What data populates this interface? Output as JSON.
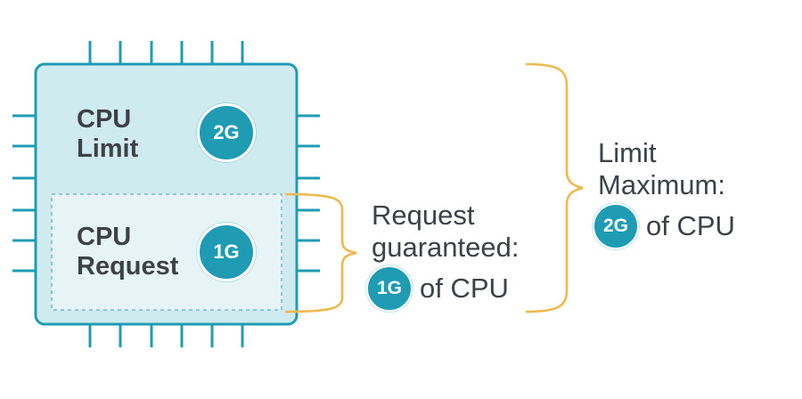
{
  "chip": {
    "limit_label_line1": "CPU",
    "limit_label_line2": "Limit",
    "limit_badge": "2G",
    "request_label_line1": "CPU",
    "request_label_line2": "Request",
    "request_badge": "1G"
  },
  "request_note": {
    "line1": "Request",
    "line2": "guaranteed:",
    "badge": "1G",
    "suffix": "of CPU"
  },
  "limit_note": {
    "line1": "Limit",
    "line2": "Maximum:",
    "badge": "2G",
    "suffix": "of CPU"
  },
  "colors": {
    "chip_fill": "#d0ebf0",
    "chip_stroke": "#1f9cb4",
    "inner_fill": "#e6f4f7",
    "badge": "#1f9cb4",
    "bracket": "#f0b84a",
    "text": "#3d4148"
  }
}
